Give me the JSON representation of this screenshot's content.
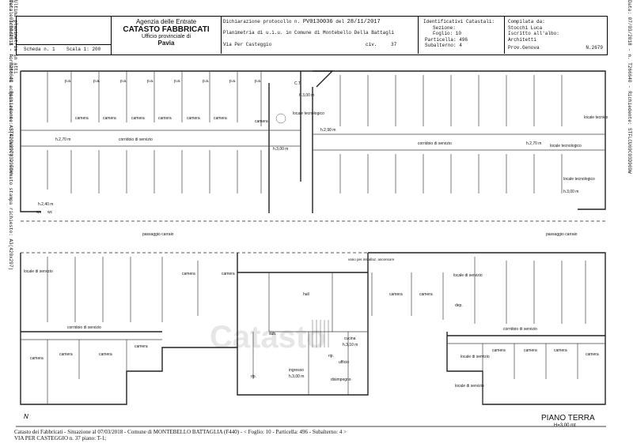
{
  "side_left": [
    "Data: 07/03/2018 - n. T266640 - Richiedente: STFLCU69C03D969W",
    "Totale schede: 1 - Formato di acquisizione: A3(420x297) - Formato stampa richiesto: A3(420x297)",
    "Ultima planimetria in atti"
  ],
  "side_right": "Data: 07/03/2018 - n. T266640 - Richiedente: STFLCU69C03D969W",
  "agency": {
    "name": "Agenzia delle Entrate",
    "title": "CATASTO FABBRICATI",
    "office": "Ufficio provinciale di",
    "city": "Pavia"
  },
  "scheda": {
    "label": "Scheda n.",
    "num": "1",
    "scala_label": "Scala 1:",
    "scala": "200"
  },
  "protocol": {
    "label": "Dichiarazione protocollo n.",
    "num": "PV0130036",
    "del_label": "del",
    "date": "28/11/2017",
    "plan_label": "Planimetria di u.i.u. in Comune di",
    "comune": "Montebello Della Battagli",
    "street": "Via Per Casteggio",
    "civ_label": "civ.",
    "civ": "37"
  },
  "ids": {
    "title": "Identificativi Catastali:",
    "sezione": "Sezione:",
    "foglio": "Foglio: 10",
    "particella": "Particella: 496",
    "subalterno": "Subalterno: 4"
  },
  "compiler": {
    "label": "Compilata da:",
    "name": "Stocchi Luca",
    "iscritto": "Iscritto all'albo:",
    "albo": "Architetti",
    "prov": "Prov.Genova",
    "n": "N.2679"
  },
  "plan_labels": {
    "pa": "p.a.",
    "camera": "camera",
    "b": "B",
    "wc": "wc",
    "ct": "C.T.",
    "h300": "h.3,00 m",
    "h270": "h.2,70 m",
    "h290": "h.2,90 m",
    "h240": "h.2,40 m",
    "h310": "h.3,10 m",
    "corridoio": "corridoio di servizio",
    "passaggio": "passaggio carraio",
    "hall": "hall",
    "ingresso": "ingresso",
    "ufficio": "ufficio",
    "cucina": "cucina",
    "locale_di_servizio": "locale di servizio",
    "locale_tecnico": "locale tecnico",
    "locale_tecnologico": "locale tecnologico",
    "dep": "dep.",
    "rip": "rip.",
    "vano": "vano per installaz. ascensore",
    "disimpegno": "disimpegno",
    "sub": "sub."
  },
  "floor": {
    "title": "PIANO TERRA",
    "height": "H=3,00 mt"
  },
  "north": "N",
  "footer": {
    "line1": "Catasto dei Fabbricati - Situazione al 07/03/2018 - Comune di MONTEBELLO BATTAGLIA (F440) - < Foglio: 10 - Particella: 496 - Subalterno: 4 >",
    "line2": "VIA PER CASTEGGIO n. 37 piano: T-1;"
  },
  "watermark": "Catasto"
}
